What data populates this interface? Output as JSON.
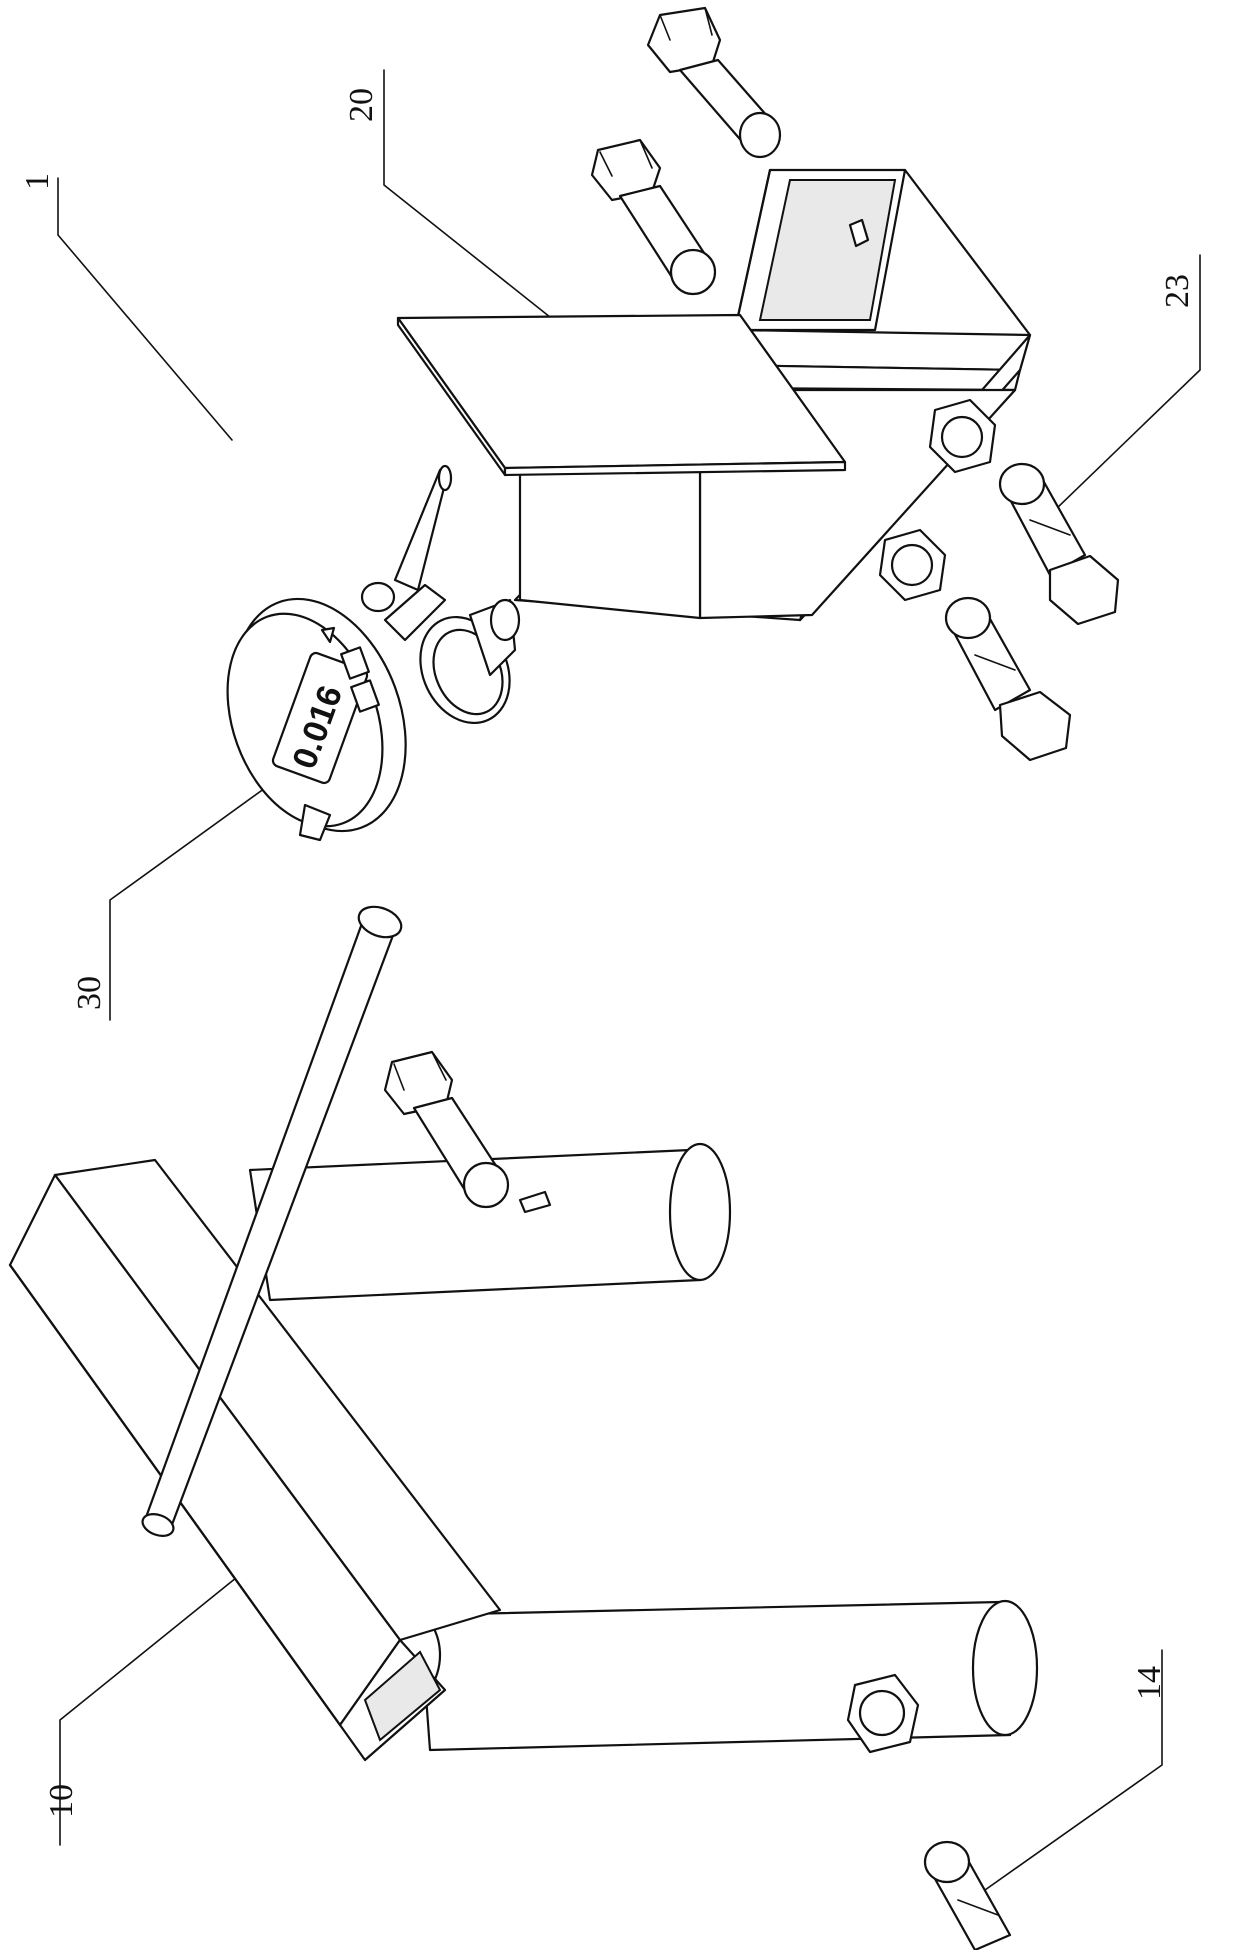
{
  "figure": {
    "callouts": [
      {
        "id": "assembly",
        "text": "1"
      },
      {
        "id": "measuring-plate",
        "text": "20"
      },
      {
        "id": "plate-bolt",
        "text": "23"
      },
      {
        "id": "dial-gauge",
        "text": "30"
      },
      {
        "id": "base-frame",
        "text": "10"
      },
      {
        "id": "frame-bolt",
        "text": "14"
      }
    ],
    "gauge_display": "0.016",
    "colors": {
      "line": "#111111",
      "background": "#ffffff"
    }
  }
}
